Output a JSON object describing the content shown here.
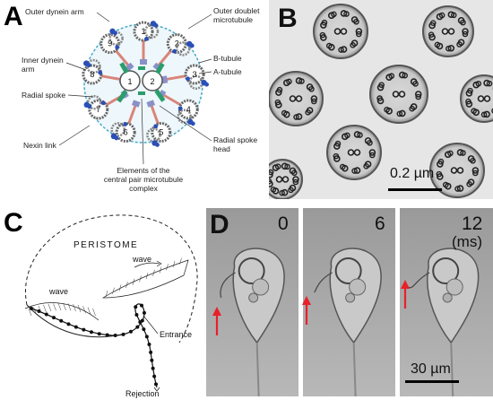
{
  "panels": {
    "a": {
      "letter": "A",
      "labels": {
        "outer_dynein_arm": "Outer dynein arm",
        "outer_doublet": "Outer doublet microtubule",
        "inner_dynein_arm": "Inner dynein arm",
        "b_tubule": "B-tubule",
        "a_tubule": "A-tubule",
        "radial_spoke": "Radial spoke",
        "nexin_link": "Nexin link",
        "radial_spoke_head": "Radial spoke head",
        "central_pair": "Elements of the central pair microtubule complex"
      },
      "doublet_numbers": [
        "1",
        "2",
        "3",
        "4",
        "5",
        "6",
        "7",
        "8",
        "9"
      ],
      "central_numbers": [
        "1",
        "2"
      ]
    },
    "b": {
      "letter": "B",
      "scale_bar": "0.2 µm"
    },
    "c": {
      "letter": "C",
      "labels": {
        "peristome": "PERISTOME",
        "wave_upper": "wave",
        "wave_left": "wave",
        "entrance": "Entrance",
        "rejection": "Rejection"
      }
    },
    "d": {
      "letter": "D",
      "frames": [
        "0",
        "6",
        "12"
      ],
      "unit": "(ms)",
      "scale_bar": "30 µm"
    }
  },
  "colors": {
    "arrow_red": "#e8202a",
    "dynein_blue": "#2b4fb8",
    "spoke_pink": "#d9857a",
    "central_green": "#2a9d6a",
    "ring_cyan": "#4aa9c9"
  }
}
